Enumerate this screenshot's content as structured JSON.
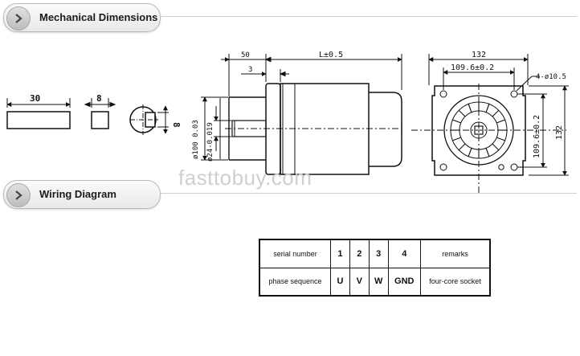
{
  "sections": {
    "mechanical": {
      "title": "Mechanical Dimensions"
    },
    "wiring": {
      "title": "Wiring Diagram"
    }
  },
  "watermark": "fasttobuy.com",
  "key_view": {
    "length_label": "30",
    "width_label": "8",
    "shaft_key_label": "8"
  },
  "side_view": {
    "dim_50": "50",
    "dim_3": "3",
    "dim_L": "L±0.5",
    "dim_diameter_100": "ø100 0.03",
    "dim_diameter_24": "ø24-0.019"
  },
  "front_view": {
    "dim_132_top": "132",
    "dim_109_6_top": "109.6±0.2",
    "dim_holes": "4-ø10.5",
    "dim_109_6_right": "109.6±0.2",
    "dim_132_right": "132"
  },
  "wiring_table": {
    "row1": {
      "head": "serial number",
      "c1": "1",
      "c2": "2",
      "c3": "3",
      "c4": "4",
      "remarks": "remarks"
    },
    "row2": {
      "head": "phase sequence",
      "c1": "U",
      "c2": "V",
      "c3": "W",
      "c4": "GND",
      "remarks": "four-core socket"
    }
  },
  "colors": {
    "line": "#111111",
    "header_border": "#b8b8b8",
    "watermark": "#cfcfcf"
  }
}
